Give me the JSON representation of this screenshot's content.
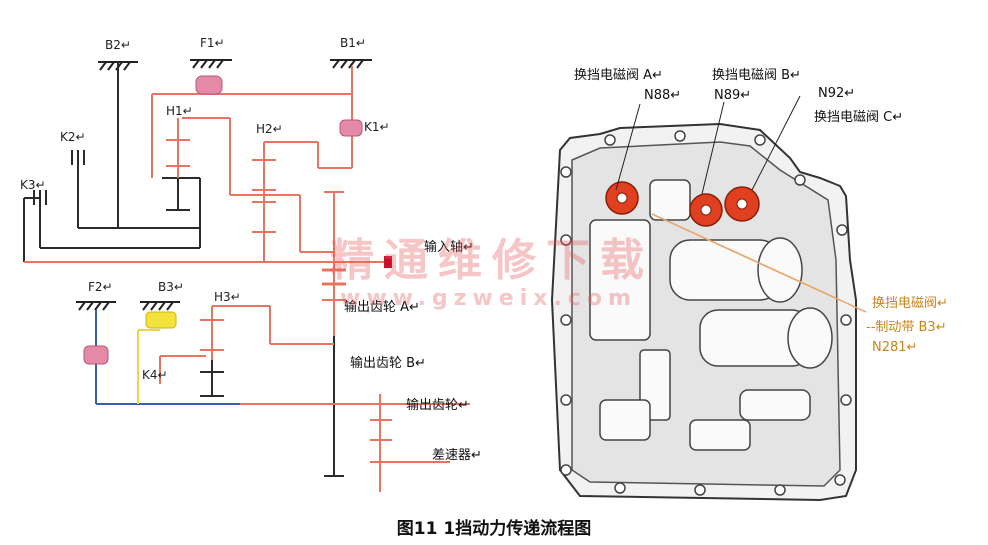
{
  "schematic": {
    "labels": {
      "B2": "B2↵",
      "F1": "F1↵",
      "B1": "B1↵",
      "H1": "H1↵",
      "H2": "H2↵",
      "K1": "K1↵",
      "K2": "K2↵",
      "K3": "K3↵",
      "F2": "F2↵",
      "B3": "B3↵",
      "H3": "H3↵",
      "K4": "K4↵",
      "input_shaft": "输入轴↵",
      "output_gear_a": "输出齿轮 A↵",
      "output_gear_b": "输出齿轮 B↵",
      "output_gear": "输出齿轮↵",
      "differential": "差速器↵"
    },
    "colors": {
      "active_path": "#e8735e",
      "inactive_path": "#2b2b2b",
      "f2_path": "#3a5bb0",
      "k4_path": "#f0d64a",
      "clutch_pink": "#e48aa6",
      "brake_yellow": "#f2e23a"
    }
  },
  "valve_body": {
    "labels": {
      "solenoid_a": "换挡电磁阀 A↵",
      "n88": "N88↵",
      "solenoid_b": "换挡电磁阀 B↵",
      "n89": "N89↵",
      "n92": "N92↵",
      "solenoid_c": "换挡电磁阀 C↵",
      "b3_note_1": "换挡电磁阀↵",
      "b3_note_2": "--制动带 B3↵",
      "n281": "N281↵"
    },
    "colors": {
      "highlight_valve": "#e0401f",
      "callout_line": "#e8a56a"
    }
  },
  "watermark": {
    "text": "精通维修下载",
    "url": "www.gzweix.com"
  },
  "caption": "图11  1挡动力传递流程图"
}
